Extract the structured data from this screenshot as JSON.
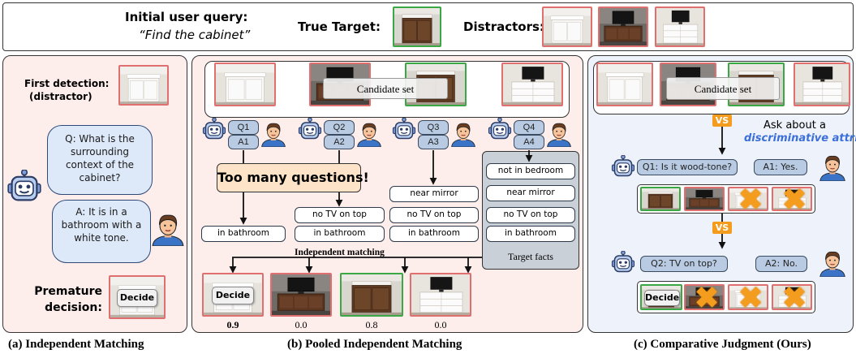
{
  "header": {
    "query_label": "Initial user query:",
    "query_text": "“Find the cabinet”",
    "true_target_label": "True Target:",
    "distractors_label": "Distractors:"
  },
  "panel_a": {
    "first_detection_line1": "First detection:",
    "first_detection_line2": "(distractor)",
    "question": "Q: What is the surrounding context of the cabinet?",
    "answer": "A: It is in a bathroom with a white tone.",
    "premature_line1": "Premature",
    "premature_line2": "decision:",
    "decide_label": "Decide",
    "caption": "(a) Independent Matching"
  },
  "panel_b": {
    "candidate_set": "Candidate set",
    "q_labels": [
      "Q1",
      "Q2",
      "Q3",
      "Q4"
    ],
    "a_labels": [
      "A1",
      "A2",
      "A3",
      "A4"
    ],
    "too_many": "Too many questions!",
    "col1": [
      "in bathroom"
    ],
    "col2": [
      "no TV on top",
      "in bathroom"
    ],
    "col3": [
      "near mirror",
      "no TV on top",
      "in bathroom"
    ],
    "col4": [
      "not in bedroom",
      "near mirror",
      "no TV on top",
      "in bathroom"
    ],
    "target_facts": "Target facts",
    "independent_matching": "Independent matching",
    "decide_label": "Decide",
    "scores": [
      "0.9",
      "0.0",
      "0.8",
      "0.0"
    ],
    "caption": "(b) Pooled Independent Matching"
  },
  "panel_c": {
    "candidate_set": "Candidate set",
    "vs": "VS",
    "ask_line1": "Ask about a",
    "ask_line2": "discriminative attribute",
    "q1": "Q1: Is it wood-tone?",
    "a1": "A1: Yes.",
    "q2": "Q2: TV on top?",
    "a2": "A2: No.",
    "decide_label": "Decide",
    "caption": "(c) Comparative Judgment (Ours)"
  },
  "colors": {
    "panel_a_bg": "#fdeeec",
    "panel_b_bg": "#fdeeec",
    "panel_c_bg": "#eef2fa",
    "target_border": "#3aa845",
    "distractor_border": "#e07070",
    "accent_blue": "#3b6fd9",
    "vs_orange": "#f39c1e"
  },
  "icons": [
    "robot-icon",
    "person-icon",
    "x-mark-icon",
    "cabinet-image"
  ]
}
